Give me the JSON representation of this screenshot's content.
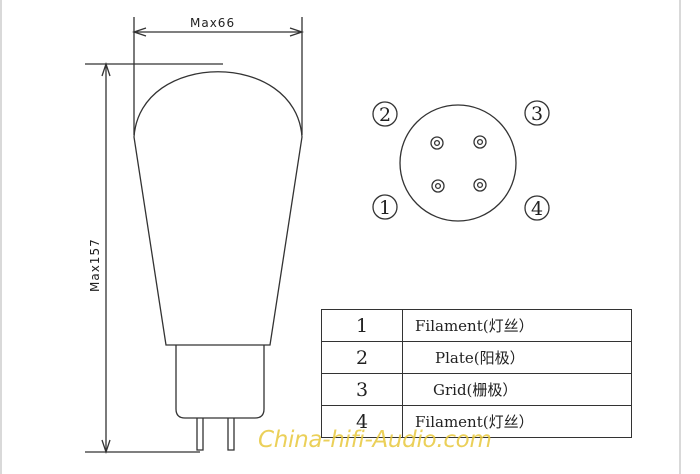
{
  "dimensions": {
    "width_label": "Max66",
    "height_label": "Max157"
  },
  "pin_diagram": {
    "labels": [
      "2",
      "3",
      "1",
      "4"
    ]
  },
  "pin_table": [
    {
      "pin": "1",
      "name": "Filament(灯丝）"
    },
    {
      "pin": "2",
      "name": "Plate(阳极）"
    },
    {
      "pin": "3",
      "name": "Grid(栅极）"
    },
    {
      "pin": "4",
      "name": "Filament(灯丝）"
    }
  ],
  "watermark": "China-hifi-Audio.com",
  "colors": {
    "line": "#333333",
    "frame": "#d9d9d9",
    "watermark": "#e8c83c"
  }
}
